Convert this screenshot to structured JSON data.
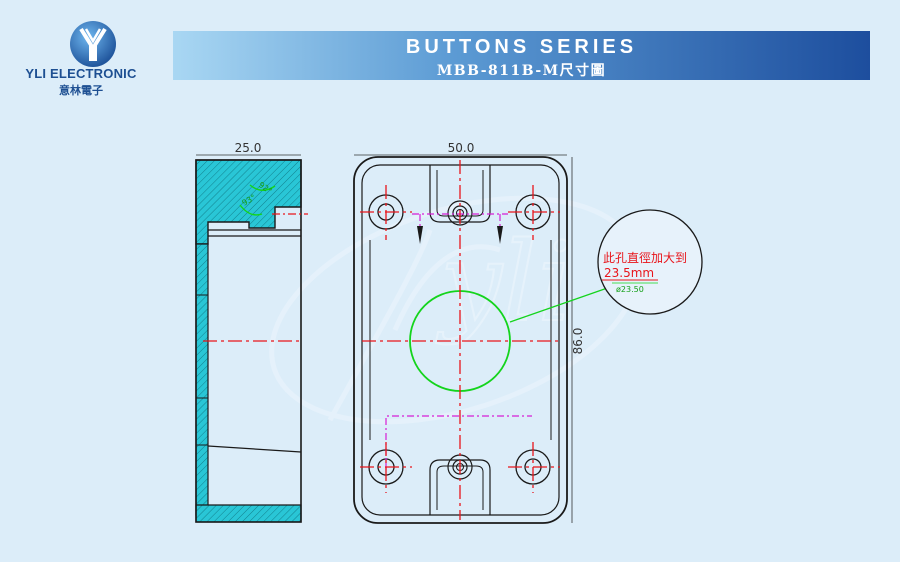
{
  "logo": {
    "company_name": "YLI ELECTRONIC",
    "company_name_cn": "意林電子",
    "brand_color": "#1d4f92",
    "icon": "yli-y-logo-icon"
  },
  "banner": {
    "title": "BUTTONS SERIES",
    "subtitle": "MBB-811B-M尺寸圖"
  },
  "drawing": {
    "side_view_width_label": "25.0",
    "front_view_width_label": "50.0",
    "front_view_height_label": "86.0",
    "angle_label_1": "92°",
    "angle_label_2": "93°",
    "callout_text_cn": "此孔直徑加大到",
    "callout_text_mm": "23.5mm",
    "callout_text_dia": "ø23.50",
    "watermark_text": "yli"
  },
  "colors": {
    "background": "#dcedf9",
    "outline": "#1a1a1a",
    "hatch_fill": "#29c6d6",
    "centerline": "#e8151b",
    "hidden_line": "#d61fd6",
    "circle_green": "#14d41c",
    "callout_red": "#e8151b"
  }
}
